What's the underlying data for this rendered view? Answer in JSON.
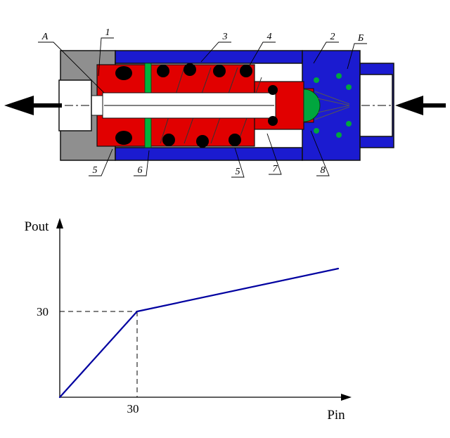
{
  "valve": {
    "labels": {
      "A": "А",
      "n1": "1",
      "n3": "3",
      "n4": "4",
      "n2": "2",
      "B": "Б",
      "n5a": "5",
      "n6": "6",
      "n5b": "5",
      "n7": "7",
      "n8": "8"
    },
    "colors": {
      "housing_gray": "#8f8f8f",
      "body_blue": "#1b1bd0",
      "spool_red": "#e10000",
      "seat_green": "#00a63e",
      "outline": "#111111"
    }
  },
  "chart_data": {
    "type": "line",
    "title": "",
    "xlabel": "Pin",
    "ylabel": "Pout",
    "x": [
      0,
      30,
      108
    ],
    "y": [
      0,
      30,
      45
    ],
    "reference_point": {
      "x": 30,
      "y": 30,
      "x_tick_label": "30",
      "y_tick_label": "30"
    },
    "xlim": [
      0,
      115
    ],
    "ylim": [
      0,
      62
    ],
    "line_color": "#0000a0",
    "grid": false,
    "legend": null
  }
}
